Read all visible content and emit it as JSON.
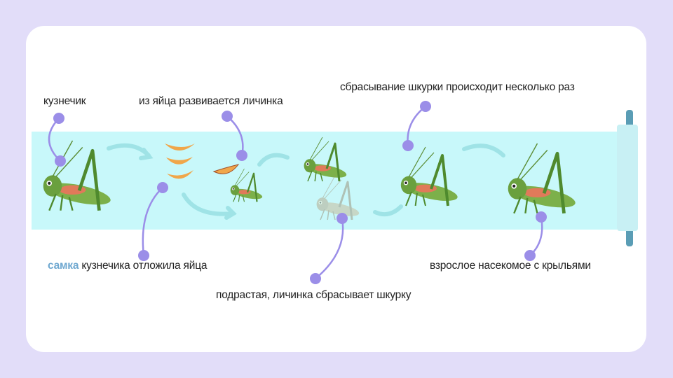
{
  "labels": {
    "grasshopper": "кузнечик",
    "larva_from_egg": "из яйца развивается личинка",
    "molting_repeat": "сбрасывание шкурки происходит несколько раз",
    "female_word": "самка",
    "eggs_laid": "кузнечика отложила яйца",
    "adult": "взрослое насекомое с крыльями",
    "larva_molts": "подрастая, личинка сбрасывает шкурку"
  },
  "colors": {
    "background": "#e2ddf9",
    "band": "#c8f8fa",
    "connector": "#9b8ee8",
    "accent": "#6fa8d0",
    "egg": "#f0a64a",
    "insect": "#7cb04a"
  }
}
